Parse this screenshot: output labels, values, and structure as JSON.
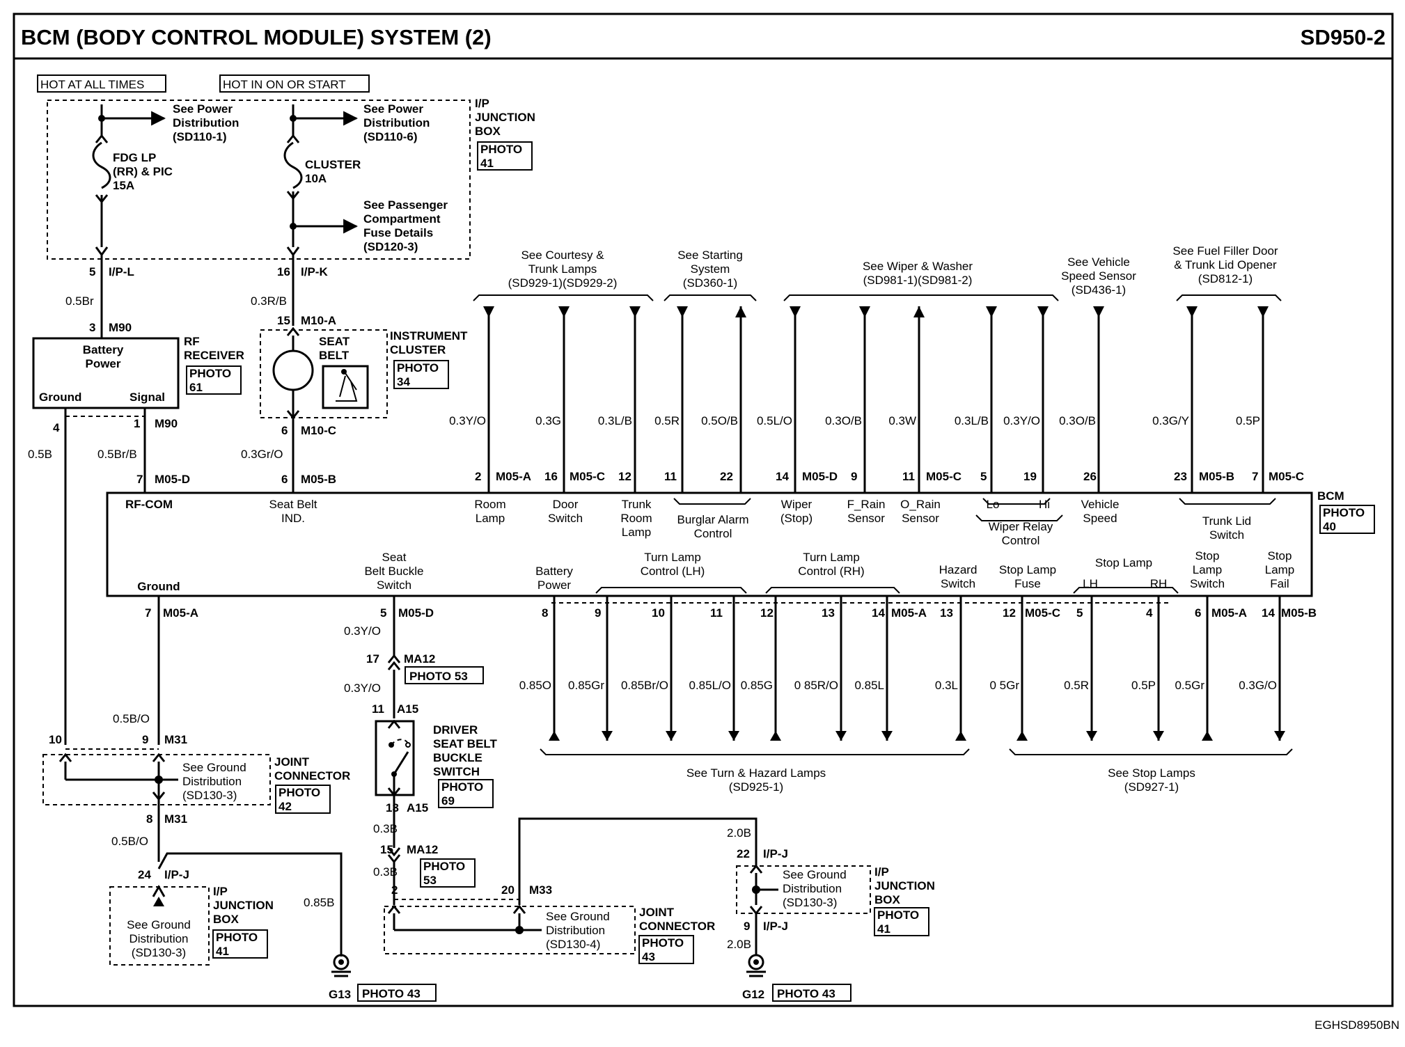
{
  "title": "BCM (BODY CONTROL MODULE) SYSTEM (2)",
  "page_code": "SD950-2",
  "doc_code": "EGHSD8950BN",
  "hot_at_all_times": "HOT AT ALL TIMES",
  "hot_in_on": "HOT IN ON OR START",
  "power": {
    "see_pd1": [
      "See Power",
      "Distribution",
      "(SD110-1)"
    ],
    "see_pd6": [
      "See Power",
      "Distribution",
      "(SD110-6)"
    ],
    "fuse1": [
      "FDG LP",
      "(RR) & PIC",
      "15A"
    ],
    "fuse2": [
      "CLUSTER",
      "10A"
    ],
    "passenger": [
      "See Passenger",
      "Compartment",
      "Fuse Details",
      "(SD120-3)"
    ],
    "ip_jb": [
      "I/P",
      "JUNCTION",
      "BOX"
    ],
    "photo41": [
      "PHOTO",
      "41"
    ]
  },
  "left": {
    "pin5": "5",
    "ipl": "I/P-L",
    "w05br": "0.5Br",
    "pin3": "3",
    "m90a": "M90",
    "battery_power": [
      "Battery",
      "Power"
    ],
    "ground": "Ground",
    "signal": "Signal",
    "rf_receiver": [
      "RF",
      "RECEIVER"
    ],
    "photo61": [
      "PHOTO",
      "61"
    ],
    "pin4": "4",
    "pin1": "1",
    "m90b": "M90",
    "w05b": "0.5B",
    "w05brb": "0.5Br/B",
    "pin7": "7",
    "m05d": "M05-D",
    "pin16": "16",
    "ipk": "I/P-K",
    "w03rb": "0.3R/B",
    "pin15": "15",
    "m10a": "M10-A",
    "seat_belt": [
      "SEAT",
      "BELT"
    ],
    "instrument_cluster": [
      "INSTRUMENT",
      "CLUSTER"
    ],
    "photo34": [
      "PHOTO",
      "34"
    ],
    "pin6a": "6",
    "m10c": "M10-C",
    "w03gro": "0.3Gr/O",
    "pin6b": "6",
    "m05b": "M05-B"
  },
  "top_refs": {
    "courtesy": [
      "See Courtesy &",
      "Trunk Lamps",
      "(SD929-1)(SD929-2)"
    ],
    "starting": [
      "See Starting",
      "System",
      "(SD360-1)"
    ],
    "wiper": [
      "See Wiper & Washer",
      "(SD981-1)(SD981-2)"
    ],
    "vss": [
      "See Vehicle",
      "Speed Sensor",
      "(SD436-1)"
    ],
    "fuel": [
      "See Fuel Filler Door",
      "& Trunk Lid Opener",
      "(SD812-1)"
    ]
  },
  "top_wires": {
    "w1": "0.3Y/O",
    "w2": "0.3G",
    "w3": "0.3L/B",
    "w4": "0.5R",
    "w5": "0.5O/B",
    "w6": "0.5L/O",
    "w7": "0.3O/B",
    "w8": "0.3W",
    "w9": "0.3L/B",
    "w10": "0.3Y/O",
    "w11": "0.3O/B",
    "w12": "0.3G/Y",
    "w13": "0.5P"
  },
  "top_pins": {
    "p2": "2",
    "m05a": "M05-A",
    "p16": "16",
    "m05c": "M05-C",
    "p12": "12",
    "p11": "11",
    "p22": "22",
    "p14": "14",
    "m05d": "M05-D",
    "p9": "9",
    "p11b": "11",
    "m05c2": "M05-C",
    "p5": "5",
    "p19": "19",
    "p26": "26",
    "p23": "23",
    "m05b": "M05-B",
    "p7": "7",
    "m05c3": "M05-C"
  },
  "bcm": {
    "label": "BCM",
    "photo40": [
      "PHOTO",
      "40"
    ],
    "rf_com": "RF-COM",
    "seat_belt_ind": [
      "Seat Belt",
      "IND."
    ],
    "room_lamp": [
      "Room",
      "Lamp"
    ],
    "door_switch": [
      "Door",
      "Switch"
    ],
    "trunk_room_lamp": [
      "Trunk",
      "Room",
      "Lamp"
    ],
    "burglar": [
      "Burglar Alarm",
      "Control"
    ],
    "wiper_stop": [
      "Wiper",
      "(Stop)"
    ],
    "f_rain": [
      "F_Rain",
      "Sensor"
    ],
    "o_rain": [
      "O_Rain",
      "Sensor"
    ],
    "lo": "Lo",
    "hi": "Hi",
    "wiper_relay": [
      "Wiper Relay",
      "Control"
    ],
    "vehicle_speed": [
      "Vehicle",
      "Speed"
    ],
    "trunk_lid": [
      "Trunk Lid",
      "Switch"
    ],
    "ground": "Ground",
    "seat_buckle": [
      "Seat",
      "Belt Buckle",
      "Switch"
    ],
    "battery_power": [
      "Battery",
      "Power"
    ],
    "turn_lh": [
      "Turn Lamp",
      "Control (LH)"
    ],
    "turn_rh": [
      "Turn Lamp",
      "Control (RH)"
    ],
    "hazard": [
      "Hazard",
      "Switch"
    ],
    "stop_fuse": [
      "Stop Lamp",
      "Fuse"
    ],
    "stop_lamp": "Stop Lamp",
    "lh": "LH",
    "rh": "RH",
    "stop_switch": [
      "Stop",
      "Lamp",
      "Switch"
    ],
    "stop_fail": [
      "Stop",
      "Lamp",
      "Fail"
    ]
  },
  "bottom_pins": {
    "p7": "7",
    "m05a": "M05-A",
    "p5": "5",
    "m05d": "M05-D",
    "p8": "8",
    "p9": "9",
    "p10": "10",
    "p11": "11",
    "p12": "12",
    "p13": "13",
    "p14": "14",
    "m05a2": "M05-A",
    "p13b": "13",
    "p12b": "12",
    "m05c": "M05-C",
    "p5b": "5",
    "p4": "4",
    "p6": "6",
    "m05a3": "M05-A",
    "p14b": "14",
    "m05b": "M05-B"
  },
  "bottom_wires": {
    "w1": "0.85O",
    "w2": "0.85Gr",
    "w3": "0.85Br/O",
    "w4": "0.85L/O",
    "w5": "0.85G",
    "w6": "0 85R/O",
    "w7": "0.85L",
    "w8": "0.3L",
    "w9": "0 5Gr",
    "w10": "0.5R",
    "w11": "0.5P",
    "w12": "0.5Gr",
    "w13": "0.3G/O"
  },
  "bottom_refs": {
    "turn_hazard": [
      "See Turn & Hazard Lamps",
      "(SD925-1)"
    ],
    "stop": [
      "See Stop Lamps",
      "(SD927-1)"
    ]
  },
  "lower_left": {
    "w05bo": "0.5B/O",
    "p10": "10",
    "p9": "9",
    "m31a": "M31",
    "see_gd1": [
      "See Ground",
      "Distribution",
      "(SD130-3)"
    ],
    "joint": [
      "JOINT",
      "CONNECTOR"
    ],
    "photo42": [
      "PHOTO",
      "42"
    ],
    "p8": "8",
    "m31b": "M31",
    "w05bo2": "0.5B/O",
    "p24": "24",
    "ipj": "I/P-J",
    "ip_jb": [
      "I/P",
      "JUNCTION",
      "BOX"
    ],
    "see_gd2": [
      "See Ground",
      "Distribution",
      "(SD130-3)"
    ],
    "photo41": [
      "PHOTO",
      "41"
    ],
    "w085b": "0.85B",
    "g13": "G13",
    "photo43": "PHOTO 43"
  },
  "lower_mid": {
    "w03yo": "0.3Y/O",
    "p17": "17",
    "ma12a": "MA12",
    "photo53a": "PHOTO 53",
    "w03yo2": "0.3Y/O",
    "p11": "11",
    "a15a": "A15",
    "driver_buckle": [
      "DRIVER",
      "SEAT BELT",
      "BUCKLE",
      "SWITCH"
    ],
    "photo69": [
      "PHOTO",
      "69"
    ],
    "p13": "13",
    "a15b": "A15",
    "w03b": "0.3B",
    "p15": "15",
    "ma12b": "MA12",
    "photo53b": [
      "PHOTO",
      "53"
    ],
    "w03b2": "0.3B",
    "p2": "2",
    "p20": "20",
    "m33": "M33",
    "see_gd": [
      "See Ground",
      "Distribution",
      "(SD130-4)"
    ],
    "joint": [
      "JOINT",
      "CONNECTOR"
    ],
    "photo43": [
      "PHOTO",
      "43"
    ]
  },
  "lower_right": {
    "w20b": "2.0B",
    "p22": "22",
    "ipj": "I/P-J",
    "see_gd": [
      "See Ground",
      "Distribution",
      "(SD130-3)"
    ],
    "ip_jb": [
      "I/P",
      "JUNCTION",
      "BOX"
    ],
    "photo41": [
      "PHOTO",
      "41"
    ],
    "p9": "9",
    "ipj2": "I/P-J",
    "w20b2": "2.0B",
    "g12": "G12",
    "photo43": "PHOTO 43"
  }
}
